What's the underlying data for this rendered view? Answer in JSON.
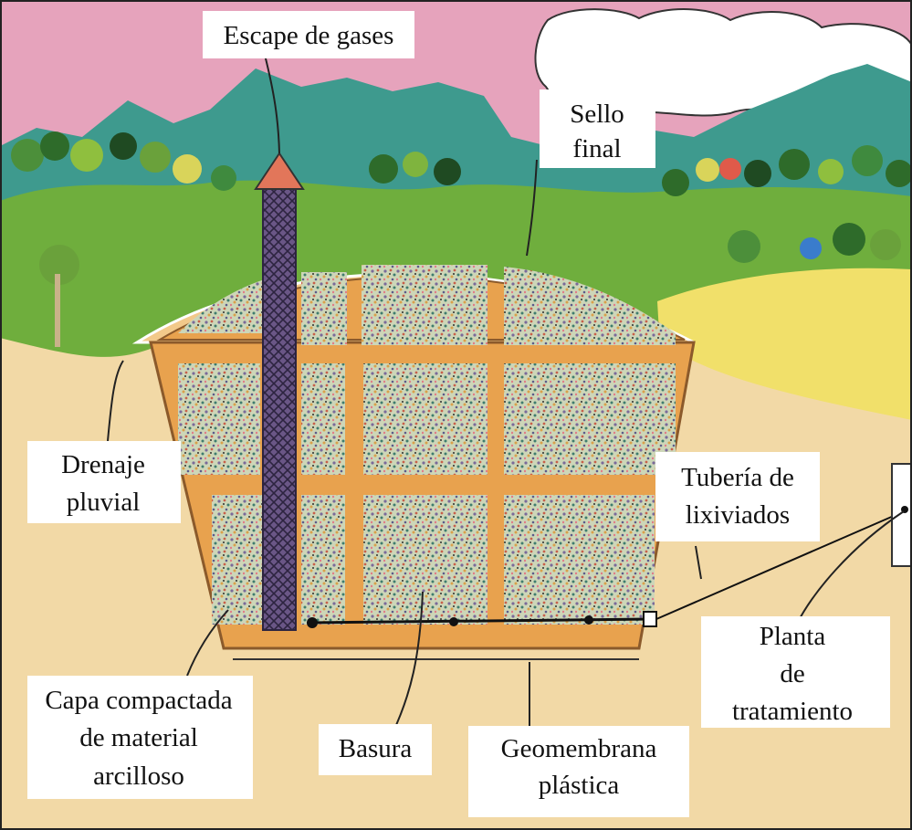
{
  "labels": {
    "escape_gases": "Escape de gases",
    "sello_final": [
      "Sello",
      "final"
    ],
    "drenaje_pluvial": [
      "Drenaje",
      "pluvial"
    ],
    "tuberia_lixiviados": [
      "Tubería de",
      "lixiviados"
    ],
    "planta_tratamiento": [
      "Planta",
      "de",
      "tratamiento"
    ],
    "capa_compactada": [
      "Capa compactada",
      "de material",
      "arcilloso"
    ],
    "basura": "Basura",
    "geomembrana": [
      "Geomembrana",
      "plástica"
    ]
  },
  "colors": {
    "sky": "#e6a3bc",
    "mountains": "#3e9a8e",
    "hills": "#6fae3d",
    "ground": "#f2d9a6",
    "clay_frame": "#e8a24e",
    "arrow_tip": "#e2765a",
    "gas_pipe": "#5a4a73",
    "meadow": "#f1e06a"
  }
}
